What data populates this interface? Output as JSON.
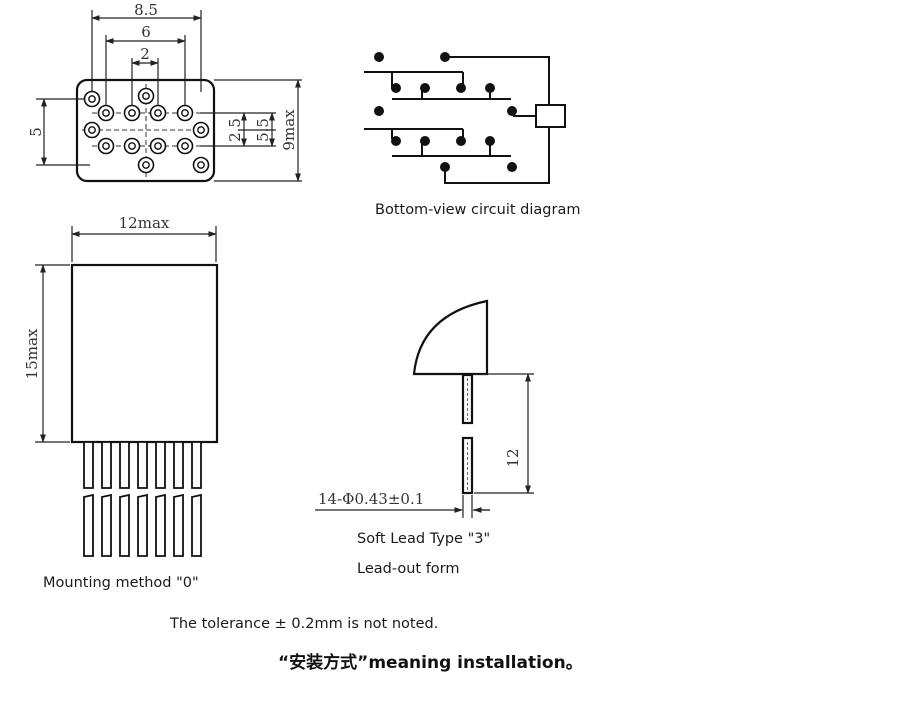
{
  "dimensions": {
    "top_width": "8.5",
    "inner_width": "6",
    "pin_pitch": "2",
    "left_height": "5",
    "row_pitch": "2.5",
    "row_span": "5.5",
    "max_height_top": "9max",
    "body_width": "12max",
    "body_height": "15max",
    "lead_length": "12",
    "lead_spec": "14-Φ0.43±0.1"
  },
  "captions": {
    "circuit": "Bottom-view circuit diagram",
    "mounting": "Mounting method \"0\"",
    "soft_lead": "Soft Lead Type \"3\"",
    "lead_out": "Lead-out form",
    "tolerance": "The tolerance ± 0.2mm is not noted.",
    "meaning": "“安装方式”meaning installation。"
  }
}
